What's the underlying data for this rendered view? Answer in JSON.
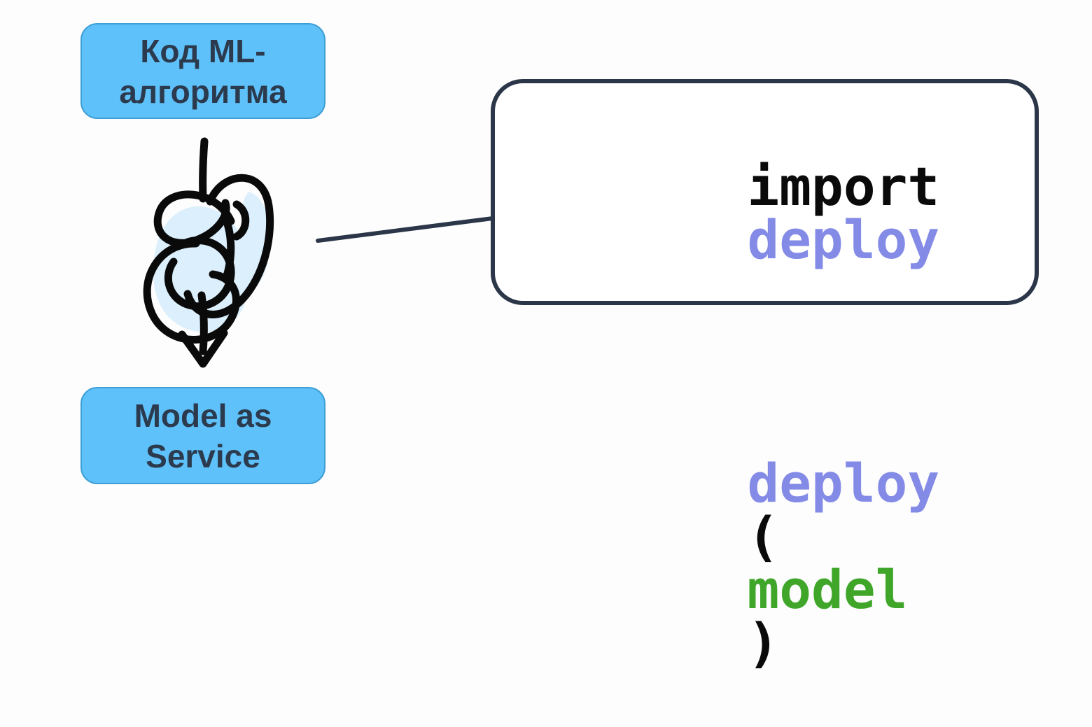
{
  "diagram": {
    "description": "Flow from ML algorithm code through a tangled process down to Model as Service, annotated with a code bubble",
    "top_box": {
      "lines": [
        "Код ML-",
        "алгоритма"
      ]
    },
    "bottom_box": {
      "lines": [
        "Model as",
        "Service"
      ]
    },
    "code_box": {
      "line1": [
        {
          "text": "import ",
          "role": "keyword"
        },
        {
          "text": "deploy",
          "role": "module"
        }
      ],
      "line2": [
        {
          "text": "deploy",
          "role": "module"
        },
        {
          "text": "(",
          "role": "punct"
        },
        {
          "text": "model",
          "role": "variable"
        },
        {
          "text": ")",
          "role": "punct"
        }
      ]
    },
    "icons": {
      "scribble": "tangled-scribble-with-down-arrow"
    },
    "colors": {
      "background": "#fdfdfd",
      "box_blue_fill": "#5EC1F9",
      "box_blue_border": "#3E9FD6",
      "box_text_navy": "#2C3A4E",
      "bubble_border_navy": "#2B3648",
      "code_black": "#0a0a0a",
      "code_purple": "#838BE7",
      "code_green": "#3FA62A",
      "scribble_black": "#0a0a0a",
      "scribble_highlight_blue": "#DCEFFC"
    }
  }
}
